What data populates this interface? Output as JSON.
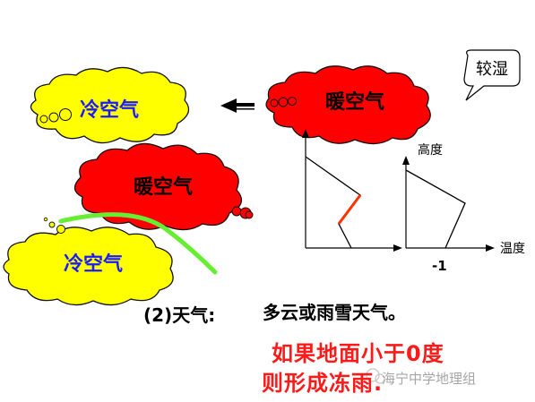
{
  "clouds": {
    "cold_air_top": "冷空气",
    "warm_air_top": "暖空气",
    "warm_air_mid": "暖空气",
    "cold_air_bottom": "冷空气"
  },
  "callout": "较湿",
  "graph": {
    "y_axis_label": "高度",
    "x_axis_label": "温度",
    "tick_label": "-1"
  },
  "weather": {
    "label": "(2)天气:",
    "text": "多云或雨雪天气。"
  },
  "note": {
    "line1": "如果地面小于0度",
    "line2": "则形成冻雨."
  },
  "watermark": "海宁中学地理组",
  "colors": {
    "yellow_cloud": "#ffff00",
    "red_cloud": "#ff0000",
    "cold_text": "#1a1aff",
    "front_line": "#66ee33",
    "profile_highlight": "#ff3300"
  }
}
